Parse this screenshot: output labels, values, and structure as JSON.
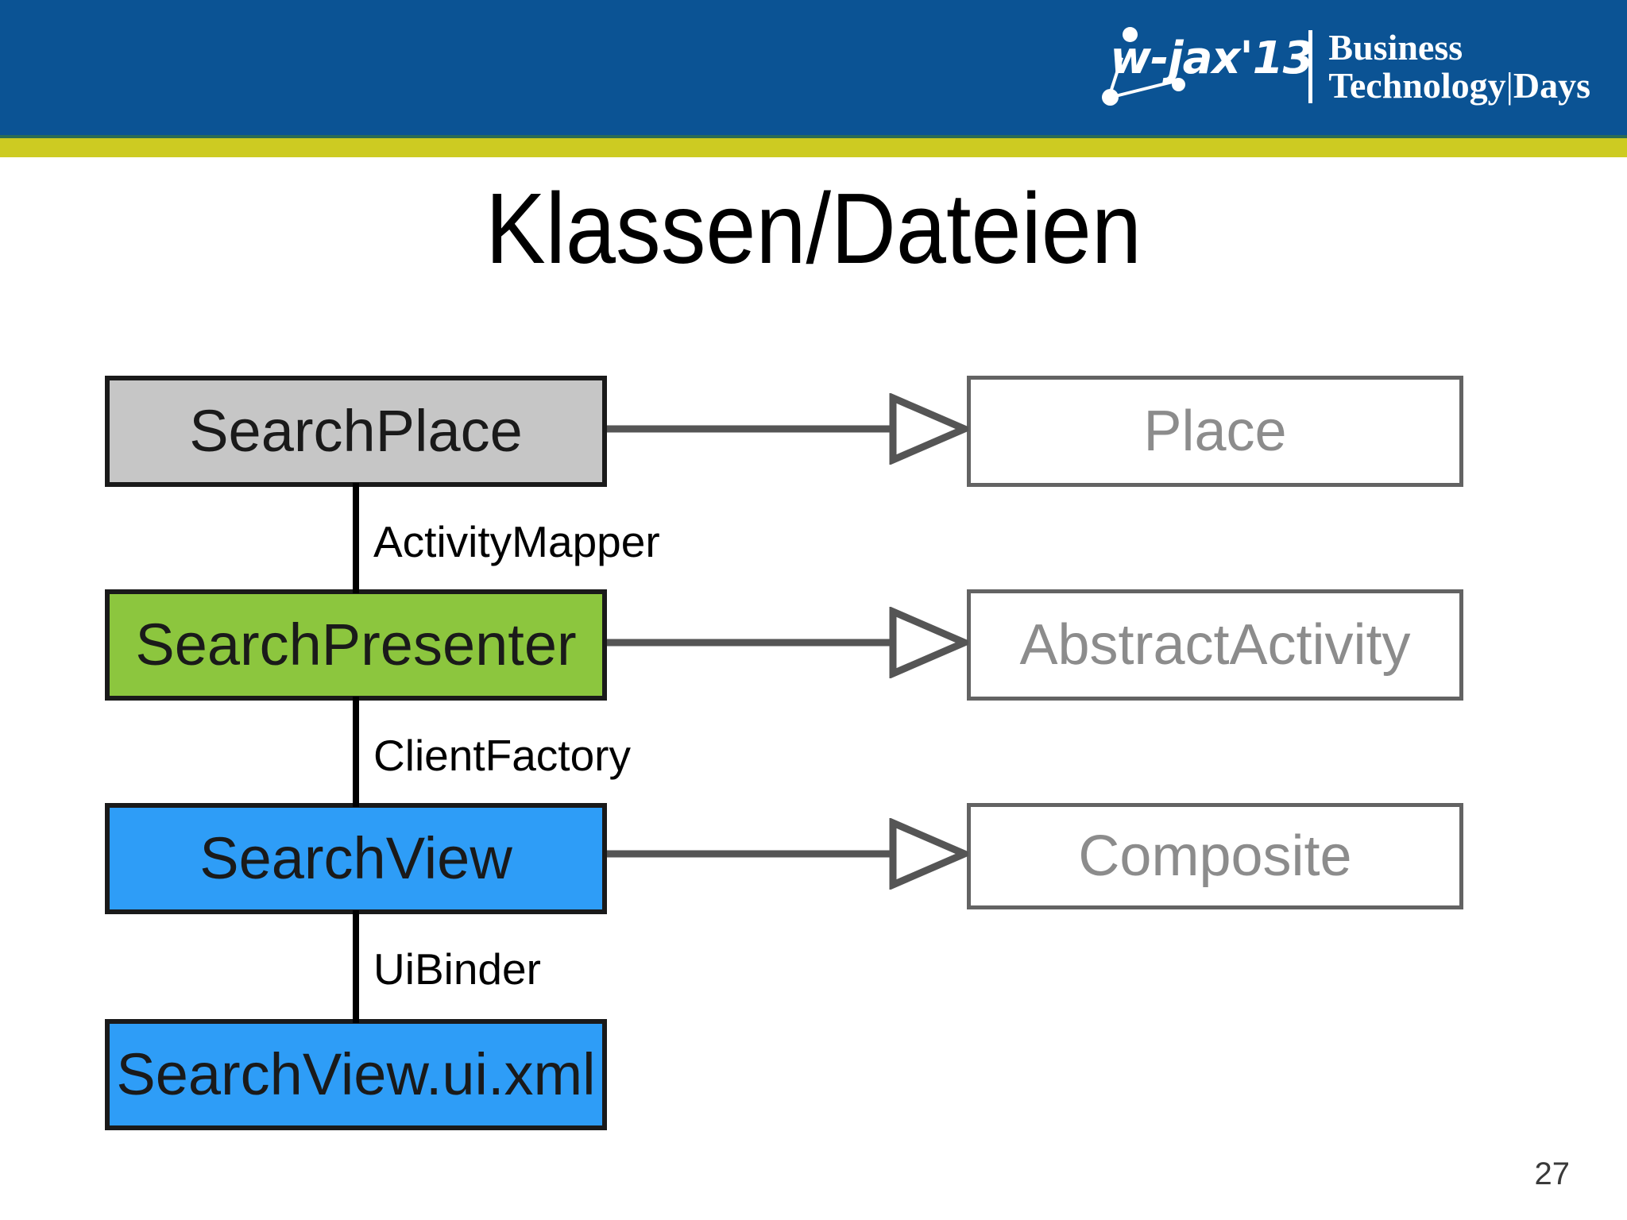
{
  "slide": {
    "title": "Klassen/Dateien",
    "page_number": "27",
    "colors": {
      "header_blue": "#0b5394",
      "accent_yellow": "#cdcb22",
      "accent_rule_green": "#2a6b55",
      "box_gray": "#c6c6c6",
      "box_green": "#8cc63e",
      "box_blue": "#2e9df7",
      "outline_gray": "#636363",
      "outline_text_gray": "#8c8c8c"
    }
  },
  "header": {
    "logo_wordmark": "w-jax'13",
    "logo_line1": "Business",
    "logo_line2_a": "Technology",
    "logo_line2_sep": "|",
    "logo_line2_b": "Days"
  },
  "diagram": {
    "type": "uml-class-diagram",
    "left_nodes": [
      {
        "id": "searchplace",
        "label": "SearchPlace",
        "fill": "#c6c6c6",
        "style": "solid"
      },
      {
        "id": "searchpresenter",
        "label": "SearchPresenter",
        "fill": "#8cc63e",
        "style": "solid"
      },
      {
        "id": "searchview",
        "label": "SearchView",
        "fill": "#2e9df7",
        "style": "solid"
      },
      {
        "id": "searchviewuixml",
        "label": "SearchView.ui.xml",
        "fill": "#2e9df7",
        "style": "solid"
      }
    ],
    "right_nodes": [
      {
        "id": "place",
        "label": "Place",
        "style": "outline"
      },
      {
        "id": "abstractactivity",
        "label": "AbstractActivity",
        "style": "outline"
      },
      {
        "id": "composite",
        "label": "Composite",
        "style": "outline"
      }
    ],
    "connector_labels": [
      {
        "id": "activitymapper",
        "label": "ActivityMapper",
        "from": "searchplace",
        "to": "searchpresenter"
      },
      {
        "id": "clientfactory",
        "label": "ClientFactory",
        "from": "searchpresenter",
        "to": "searchview"
      },
      {
        "id": "uibinder",
        "label": "UiBinder",
        "from": "searchview",
        "to": "searchviewuixml"
      }
    ],
    "generalizations": [
      {
        "id": "gen-1",
        "from": "searchplace",
        "to": "place",
        "kind": "generalization"
      },
      {
        "id": "gen-2",
        "from": "searchpresenter",
        "to": "abstractactivity",
        "kind": "generalization"
      },
      {
        "id": "gen-3",
        "from": "searchview",
        "to": "composite",
        "kind": "generalization"
      }
    ]
  }
}
